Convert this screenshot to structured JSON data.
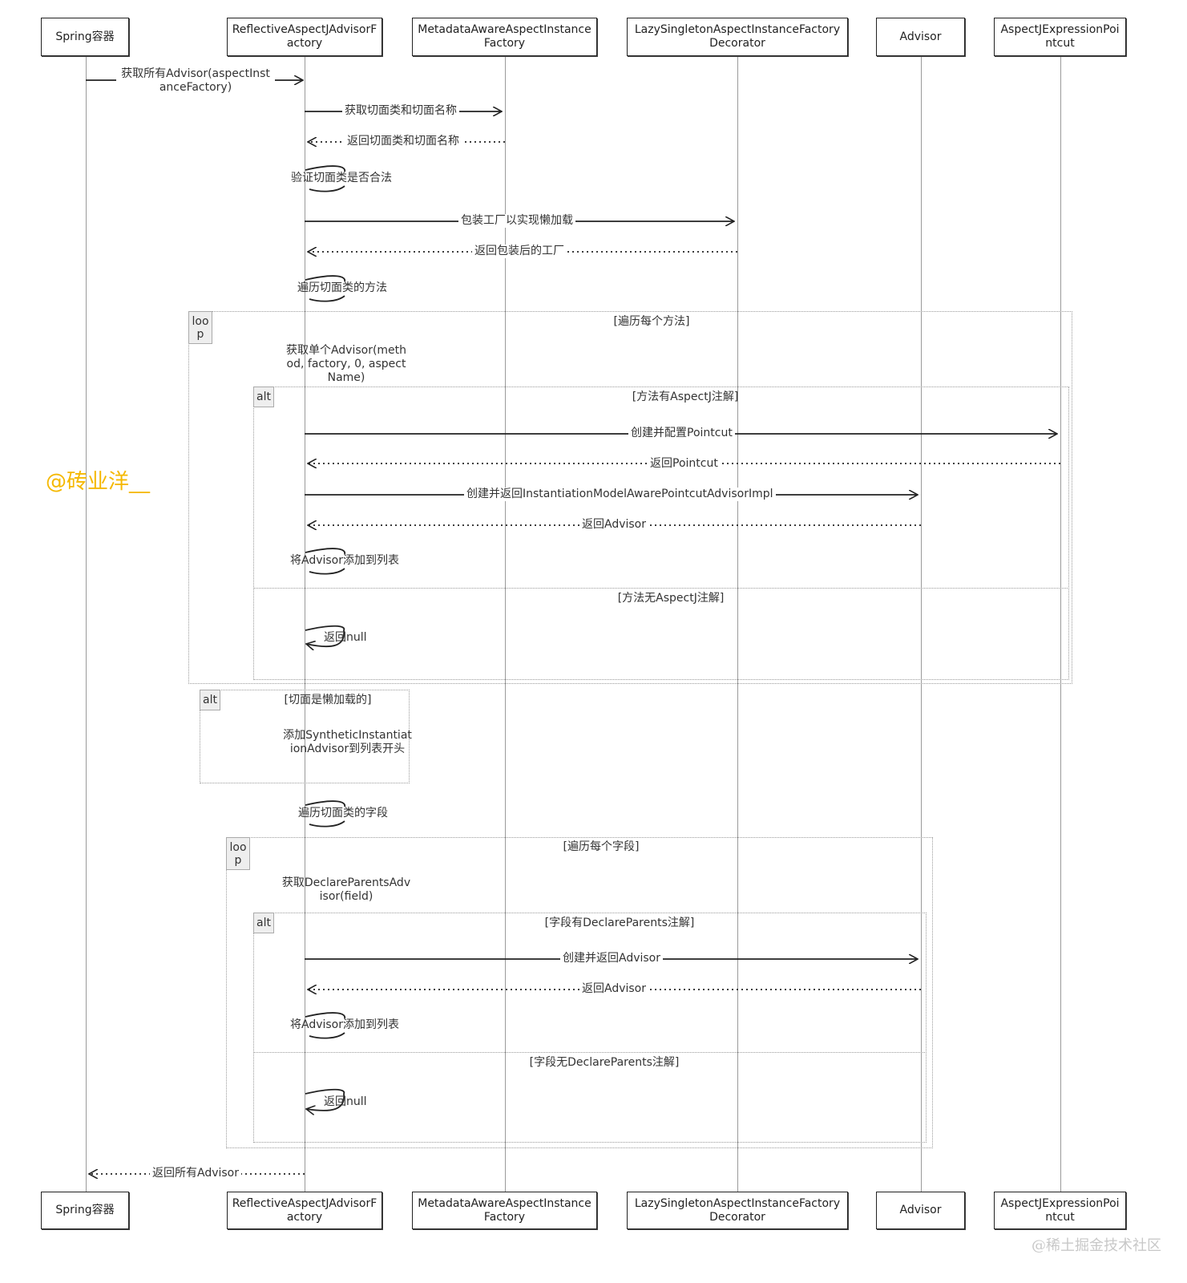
{
  "participants": [
    {
      "id": "spring",
      "name": "Spring容器"
    },
    {
      "id": "reflective",
      "name": "ReflectiveAspectJAdvisorFactory"
    },
    {
      "id": "metadata",
      "name": "MetadataAwareAspectInstanceFactory"
    },
    {
      "id": "lazy",
      "name": "LazySingletonAspectInstanceFactoryDecorator"
    },
    {
      "id": "advisor",
      "name": "Advisor"
    },
    {
      "id": "pointcut",
      "name": "AspectJExpressionPointcut"
    }
  ],
  "messages": {
    "m1": "获取所有Advisor(aspectInstanceFactory)",
    "m2": "获取切面类和切面名称",
    "m3": "返回切面类和切面名称",
    "m4": "验证切面类是否合法",
    "m5": "包装工厂以实现懒加载",
    "m6": "返回包装后的工厂",
    "m7": "遍历切面类的方法",
    "m8": "获取单个Advisor(method, factory, 0, aspectName)",
    "m9": "创建并配置Pointcut",
    "m10": "返回Pointcut",
    "m11": "创建并返回InstantiationModelAwarePointcutAdvisorImpl",
    "m12": "返回Advisor",
    "m13": "将Advisor添加到列表",
    "m14": "返回null",
    "m15": "添加SyntheticInstantiationAdvisor到列表开头",
    "m16": "遍历切面类的字段",
    "m17": "获取DeclareParentsAdvisor(field)",
    "m18": "创建并返回Advisor",
    "m19": "返回Advisor",
    "m20": "将Advisor添加到列表",
    "m21": "返回null",
    "m22": "返回所有Advisor"
  },
  "frames": {
    "loop1": {
      "tag": "loop",
      "guard": "[遍历每个方法]"
    },
    "alt1": {
      "tag": "alt",
      "guard1": "[方法有AspectJ注解]",
      "guard2": "[方法无AspectJ注解]"
    },
    "alt2": {
      "tag": "alt",
      "guard": "[切面是懒加载的]"
    },
    "loop2": {
      "tag": "loop",
      "guard": "[遍历每个字段]"
    },
    "alt3": {
      "tag": "alt",
      "guard1": "[字段有DeclareParents注解]",
      "guard2": "[字段无DeclareParents注解]"
    }
  },
  "watermark": "@砖业洋__",
  "footer": "@稀土掘金技术社区"
}
